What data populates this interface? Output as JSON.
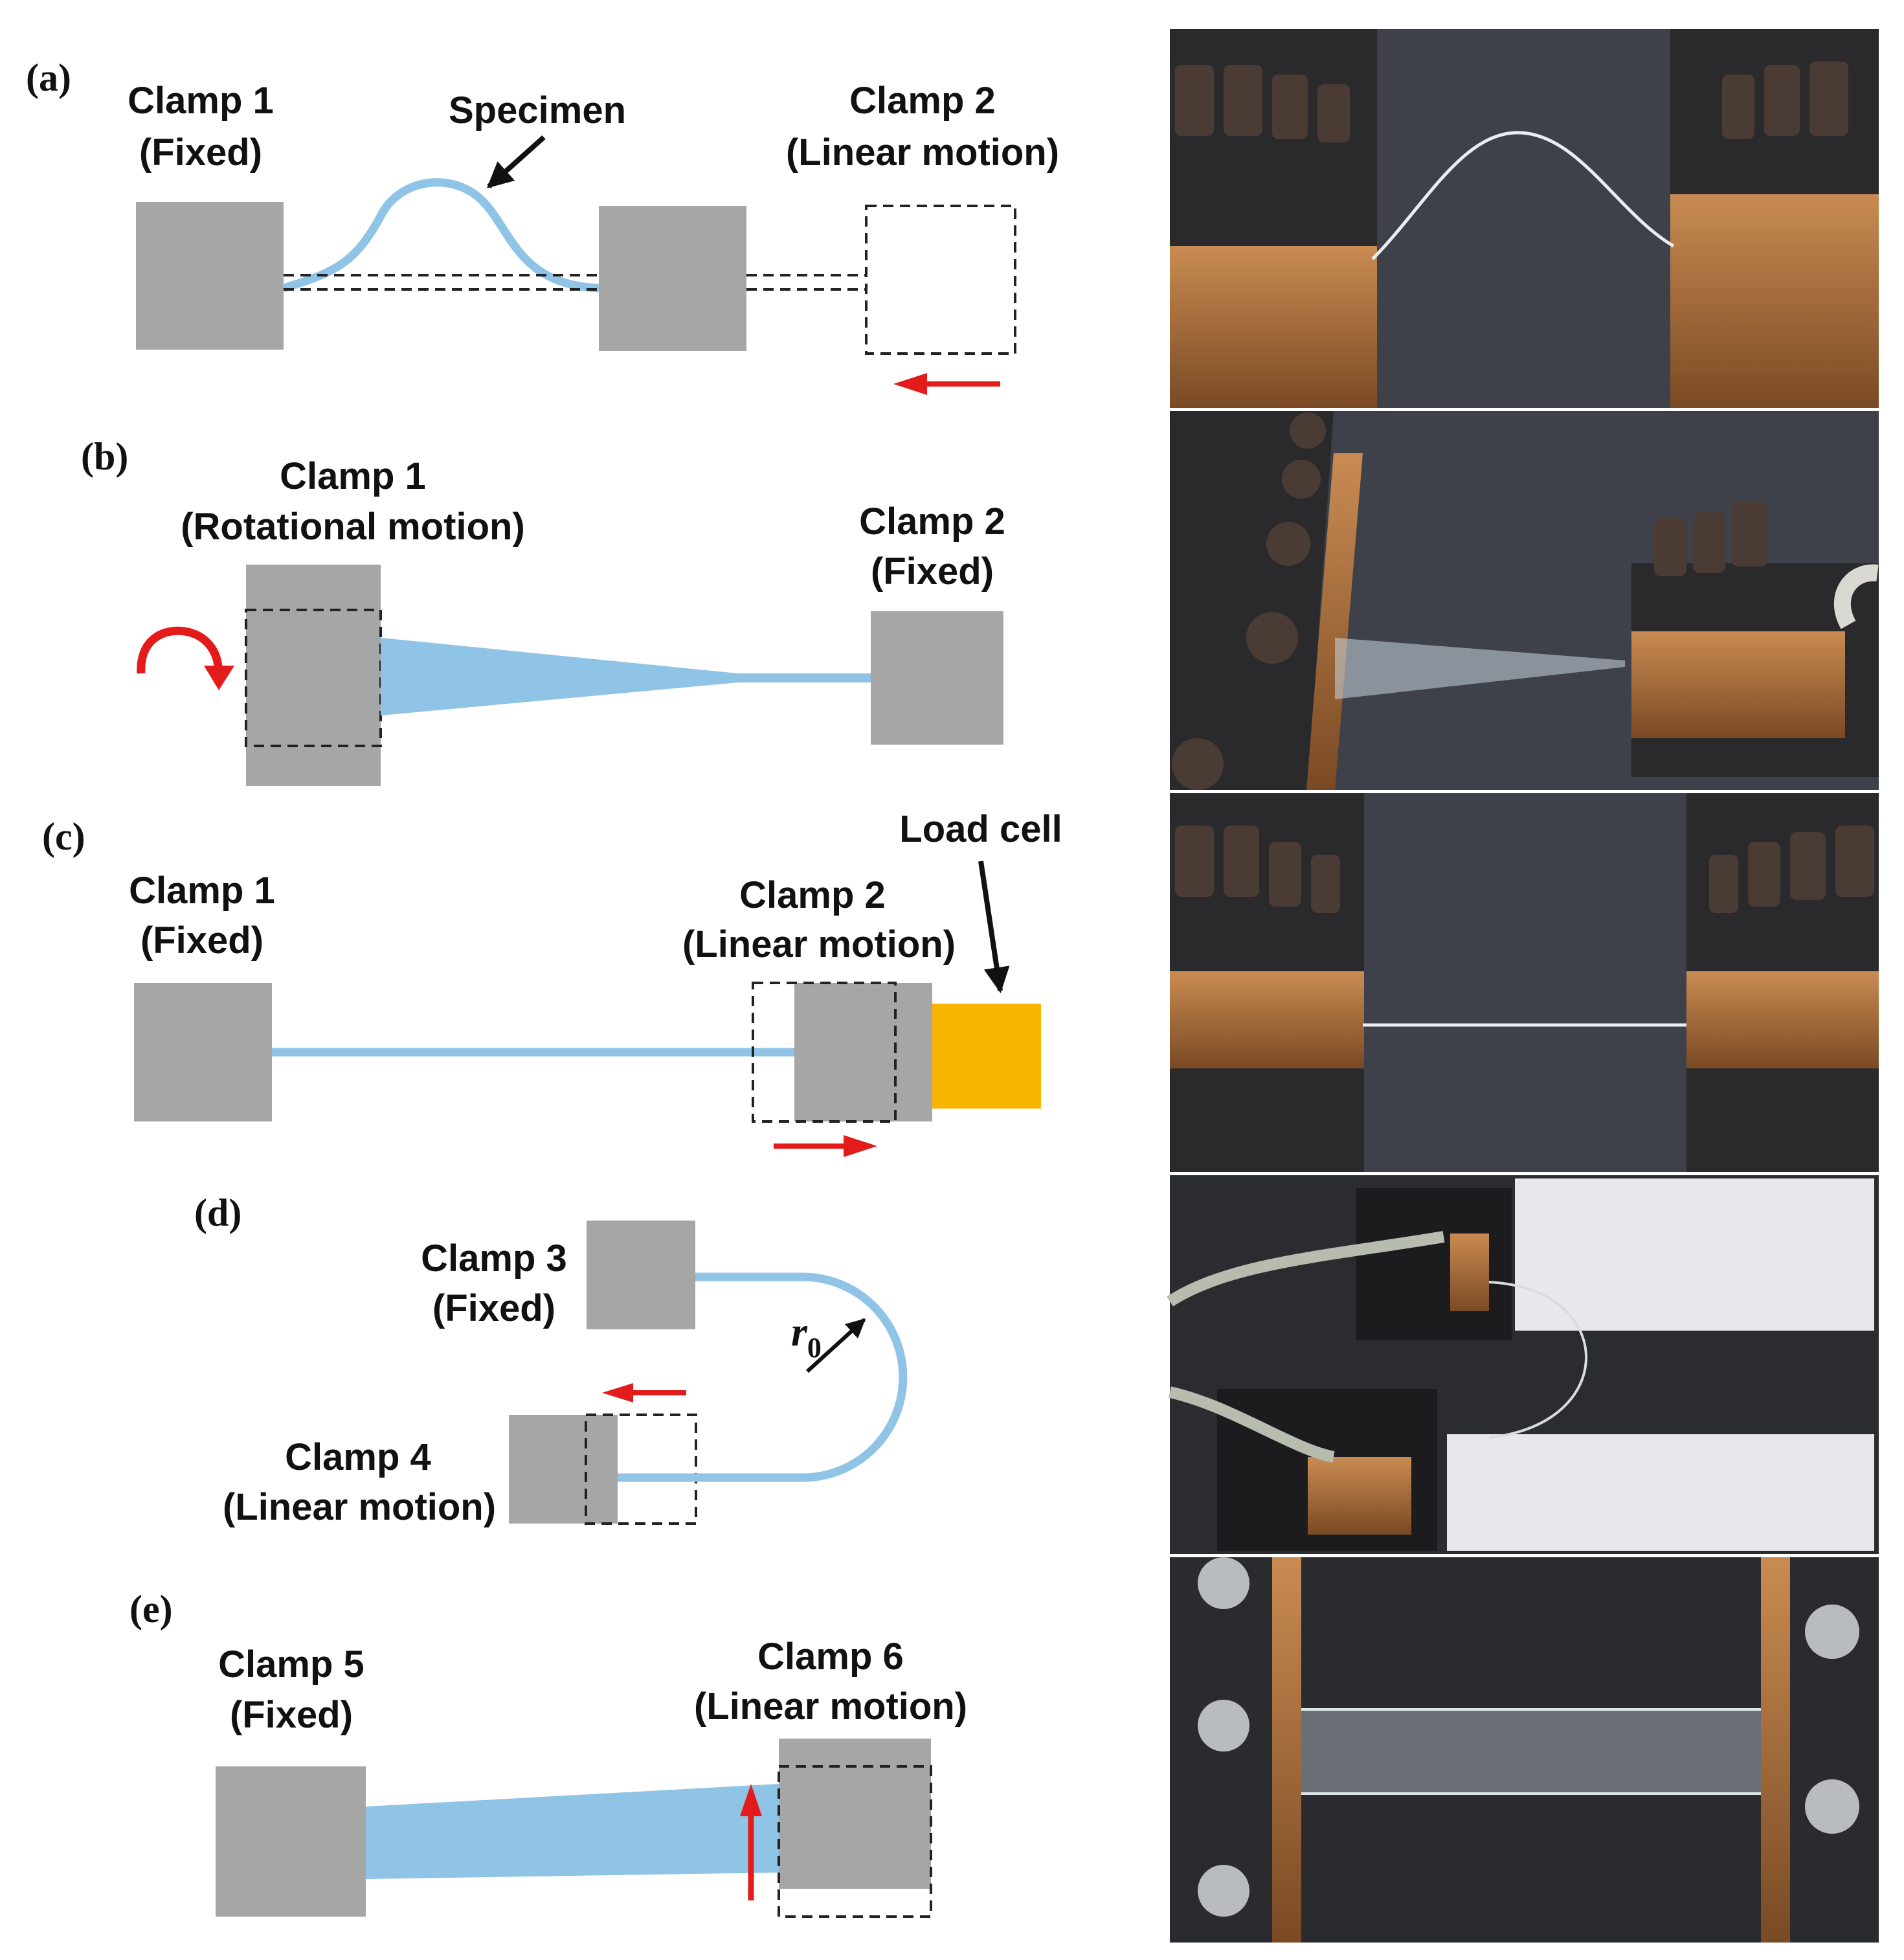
{
  "colors": {
    "clamp": "#a6a6a6",
    "specimen": "#8fc4e6",
    "arrow_red": "#e31b1b",
    "load_cell": "#f7b500",
    "dashed": "#222222",
    "photo_bg": "#3e4149"
  },
  "panels": {
    "a": {
      "label": "(a)",
      "clamp1": [
        "Clamp 1",
        "(Fixed)"
      ],
      "specimen": "Specimen",
      "clamp2": [
        "Clamp 2",
        "(Linear motion)"
      ]
    },
    "b": {
      "label": "(b)",
      "clamp1": [
        "Clamp 1",
        "(Rotational motion)"
      ],
      "clamp2": [
        "Clamp 2",
        "(Fixed)"
      ]
    },
    "c": {
      "label": "(c)",
      "load_cell": "Load cell",
      "clamp1": [
        "Clamp 1",
        "(Fixed)"
      ],
      "clamp2": [
        "Clamp 2",
        "(Linear motion)"
      ]
    },
    "d": {
      "label": "(d)",
      "clamp3": [
        "Clamp 3",
        "(Fixed)"
      ],
      "radius": "r",
      "radius_sub": "0",
      "clamp4": [
        "Clamp 4",
        "(Linear motion)"
      ]
    },
    "e": {
      "label": "(e)",
      "clamp5": [
        "Clamp 5",
        "(Fixed)"
      ],
      "clamp6": [
        "Clamp 6",
        "(Linear motion)"
      ]
    }
  },
  "photos": [
    "photo-buckling-test",
    "photo-twisting-test",
    "photo-tensile-test",
    "photo-folding-test",
    "photo-shear-test"
  ]
}
